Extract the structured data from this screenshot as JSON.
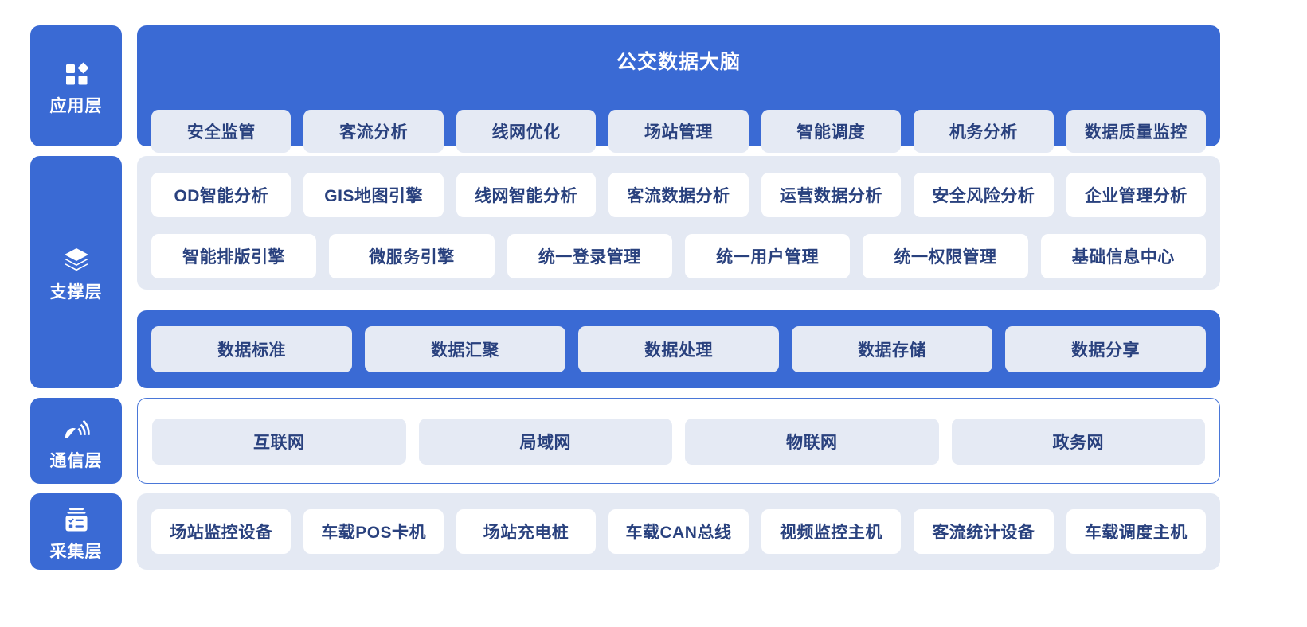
{
  "colors": {
    "brand_blue": "#3a6ad4",
    "panel_gray": "#e4e9f3",
    "chip_gray": "#e5eaf4",
    "text_blue": "#29417e",
    "white": "#ffffff"
  },
  "layers": {
    "application": {
      "sidebar_label": "应用层",
      "sidebar_icon": "app-grid-icon",
      "title": "公交数据大脑",
      "items": [
        "安全监管",
        "客流分析",
        "线网优化",
        "场站管理",
        "智能调度",
        "机务分析",
        "数据质量监控"
      ]
    },
    "support": {
      "sidebar_label": "支撑层",
      "sidebar_icon": "layers-stack-icon",
      "row1": [
        "OD智能分析",
        "GIS地图引擎",
        "线网智能分析",
        "客流数据分析",
        "运营数据分析",
        "安全风险分析",
        "企业管理分析"
      ],
      "row2": [
        "智能排版引擎",
        "微服务引擎",
        "统一登录管理",
        "统一用户管理",
        "统一权限管理",
        "基础信息中心"
      ],
      "data_band": [
        "数据标准",
        "数据汇聚",
        "数据处理",
        "数据存储",
        "数据分享"
      ]
    },
    "communication": {
      "sidebar_label": "通信层",
      "sidebar_icon": "satellite-signal-icon",
      "items": [
        "互联网",
        "局域网",
        "物联网",
        "政务网"
      ]
    },
    "collection": {
      "sidebar_label": "采集层",
      "sidebar_icon": "checklist-card-icon",
      "items": [
        "场站监控设备",
        "车载POS卡机",
        "场站充电桩",
        "车载CAN总线",
        "视频监控主机",
        "客流统计设备",
        "车载调度主机"
      ]
    }
  }
}
